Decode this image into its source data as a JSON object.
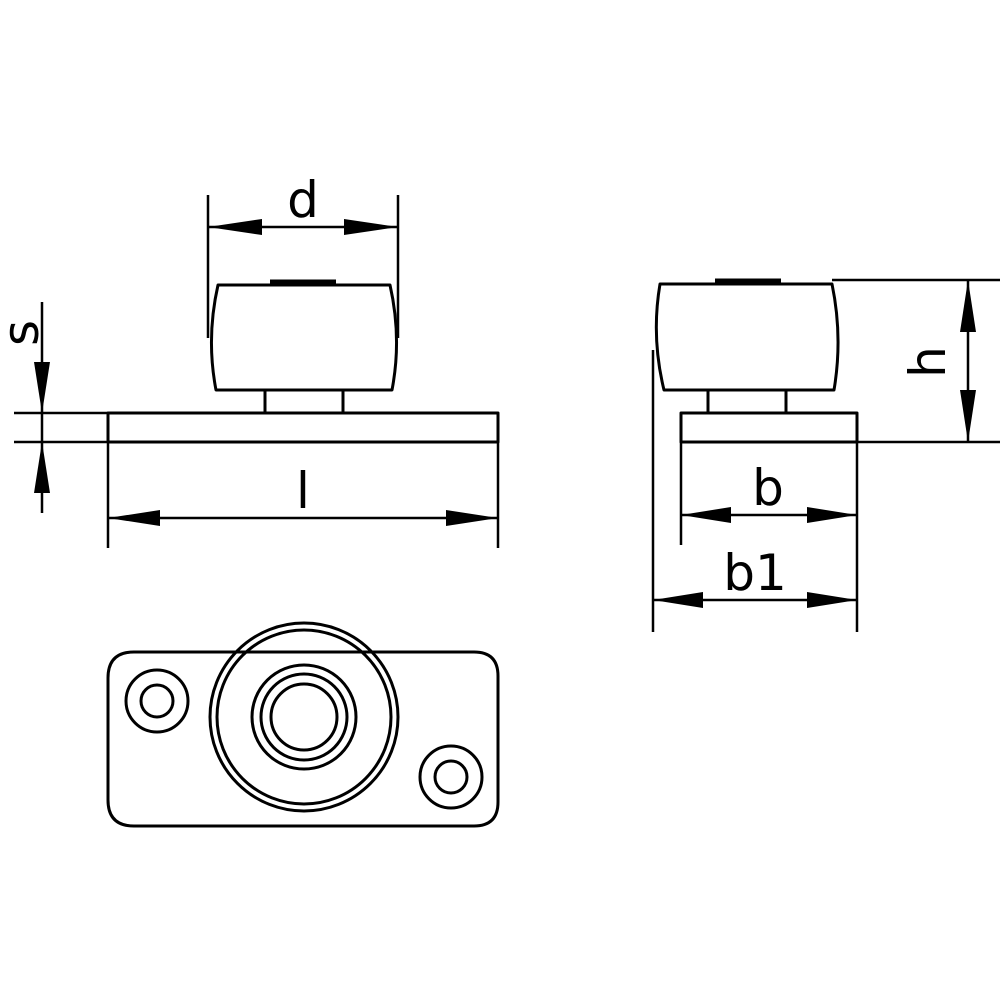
{
  "drawing": {
    "labels": {
      "d": "d",
      "s": "s",
      "l": "l",
      "h": "h",
      "b": "b",
      "b1": "b1"
    },
    "colors": {
      "line": "#000000",
      "background": "#ffffff"
    }
  }
}
